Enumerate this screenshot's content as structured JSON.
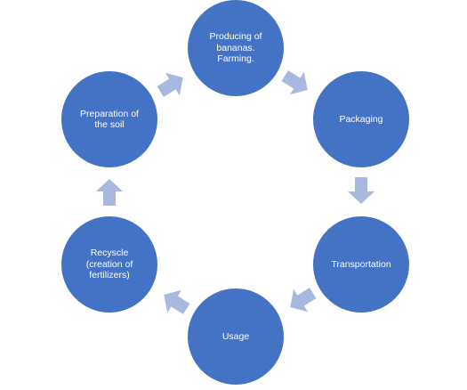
{
  "diagram": {
    "nodes": [
      {
        "id": "producing",
        "label": "Producing of\nbananas.\nFarming."
      },
      {
        "id": "packaging",
        "label": "Packaging"
      },
      {
        "id": "transportation",
        "label": "Transportation"
      },
      {
        "id": "usage",
        "label": "Usage"
      },
      {
        "id": "recycle",
        "label": "Recyscle\n(creation of\nfertilizers)"
      },
      {
        "id": "preparation",
        "label": "Preparation of\nthe soil"
      }
    ],
    "colors": {
      "node_fill": "#4472c4",
      "arrow_fill": "#a9b8de",
      "label_text": "#ffffff"
    },
    "arrow_icon": "block-arrow-icon"
  }
}
